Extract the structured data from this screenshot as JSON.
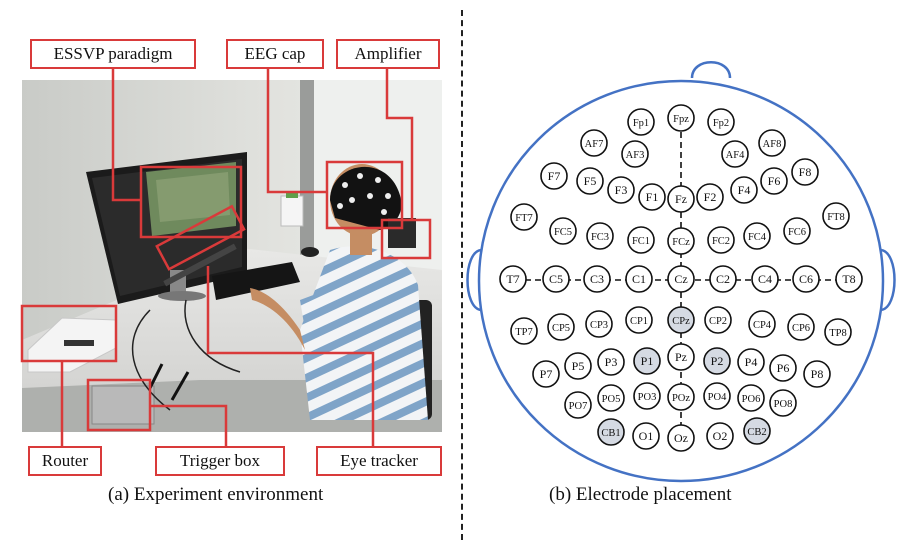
{
  "left": {
    "caption": "(a) Experiment environment",
    "labels": {
      "essvp": "ESSVP paradigm",
      "eeg_cap": "EEG cap",
      "amplifier": "Amplifier",
      "router": "Router",
      "trigger_box": "Trigger box",
      "eye_tracker": "Eye tracker"
    }
  },
  "right": {
    "caption": "(b) Electrode placement",
    "electrodes": [
      "Fpz",
      "Fp1",
      "Fp2",
      "AF7",
      "AF3",
      "AF4",
      "AF8",
      "F7",
      "F5",
      "F3",
      "F1",
      "Fz",
      "F2",
      "F4",
      "F6",
      "F8",
      "FT7",
      "FC5",
      "FC3",
      "FC1",
      "FCz",
      "FC2",
      "FC4",
      "FC6",
      "FT8",
      "T7",
      "C5",
      "C3",
      "C1",
      "Cz",
      "C2",
      "C4",
      "C6",
      "T8",
      "TP7",
      "CP5",
      "CP3",
      "CP1",
      "CPz",
      "CP2",
      "CP4",
      "CP6",
      "TP8",
      "P7",
      "P5",
      "P3",
      "P1",
      "Pz",
      "P2",
      "P4",
      "P6",
      "P8",
      "PO7",
      "PO5",
      "PO3",
      "POz",
      "PO4",
      "PO6",
      "PO8",
      "CB1",
      "O1",
      "Oz",
      "O2",
      "CB2"
    ],
    "highlighted": [
      "CPz",
      "P1",
      "P2",
      "CB1",
      "CB2"
    ]
  },
  "colors": {
    "label_border": "#d93a3a",
    "head_outline": "#4472c4",
    "highlight_fill": "#d5dae3"
  }
}
